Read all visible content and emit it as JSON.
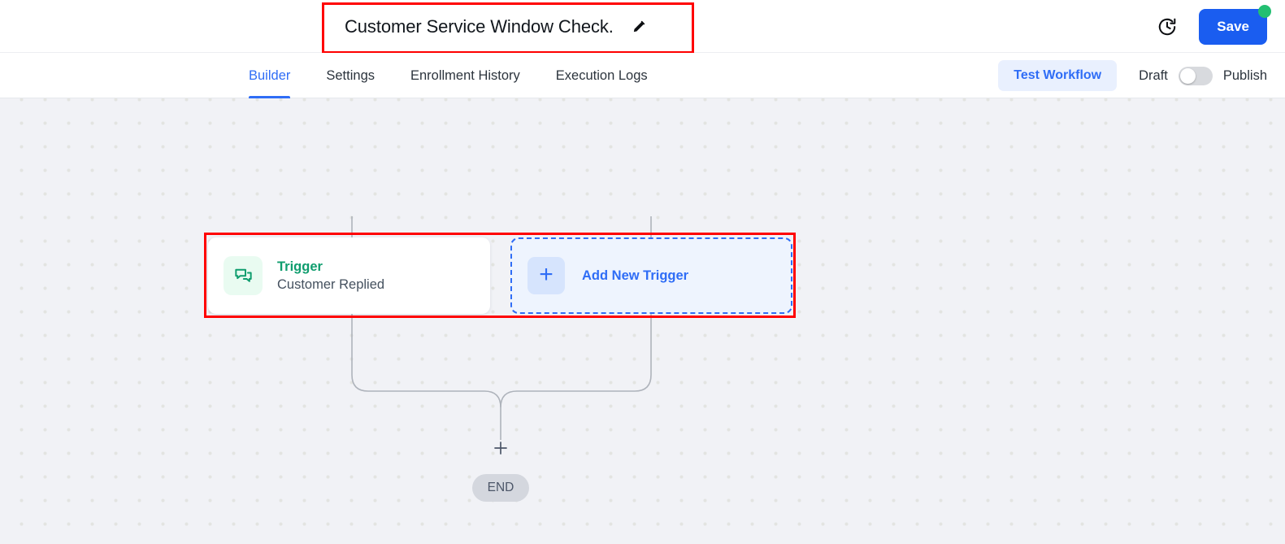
{
  "titlebar": {
    "workflow_title": "Customer Service Window Check.",
    "edit_icon": "pencil-icon",
    "history_icon": "history-clock-icon",
    "save_label": "Save",
    "save_badge_color": "#23bf72",
    "save_color": "#1a5df0"
  },
  "tabbar": {
    "tabs": [
      {
        "label": "Builder",
        "active": true
      },
      {
        "label": "Settings",
        "active": false
      },
      {
        "label": "Enrollment History",
        "active": false
      },
      {
        "label": "Execution Logs",
        "active": false
      }
    ],
    "test_workflow_label": "Test Workflow",
    "draft_label": "Draft",
    "publish_label": "Publish",
    "toggle_state": "draft",
    "accent_color": "#2f6df6"
  },
  "canvas": {
    "trigger_card": {
      "icon": "chat-bubbles-icon",
      "kind_label": "Trigger",
      "kind_color": "#0f9d6e",
      "name_label": "Customer Replied"
    },
    "add_trigger_card": {
      "icon": "plus-icon",
      "label": "Add New Trigger",
      "color": "#2f6df6"
    },
    "branch_plus_icon": "plus-icon",
    "end_node_label": "END",
    "background_color": "#f1f2f6"
  },
  "annotations": {
    "color": "#ff0000",
    "boxes": [
      {
        "name": "title-highlight",
        "target": "workflow-title"
      },
      {
        "name": "trigger-row-highlight",
        "target": "trigger-and-add-trigger"
      }
    ]
  }
}
